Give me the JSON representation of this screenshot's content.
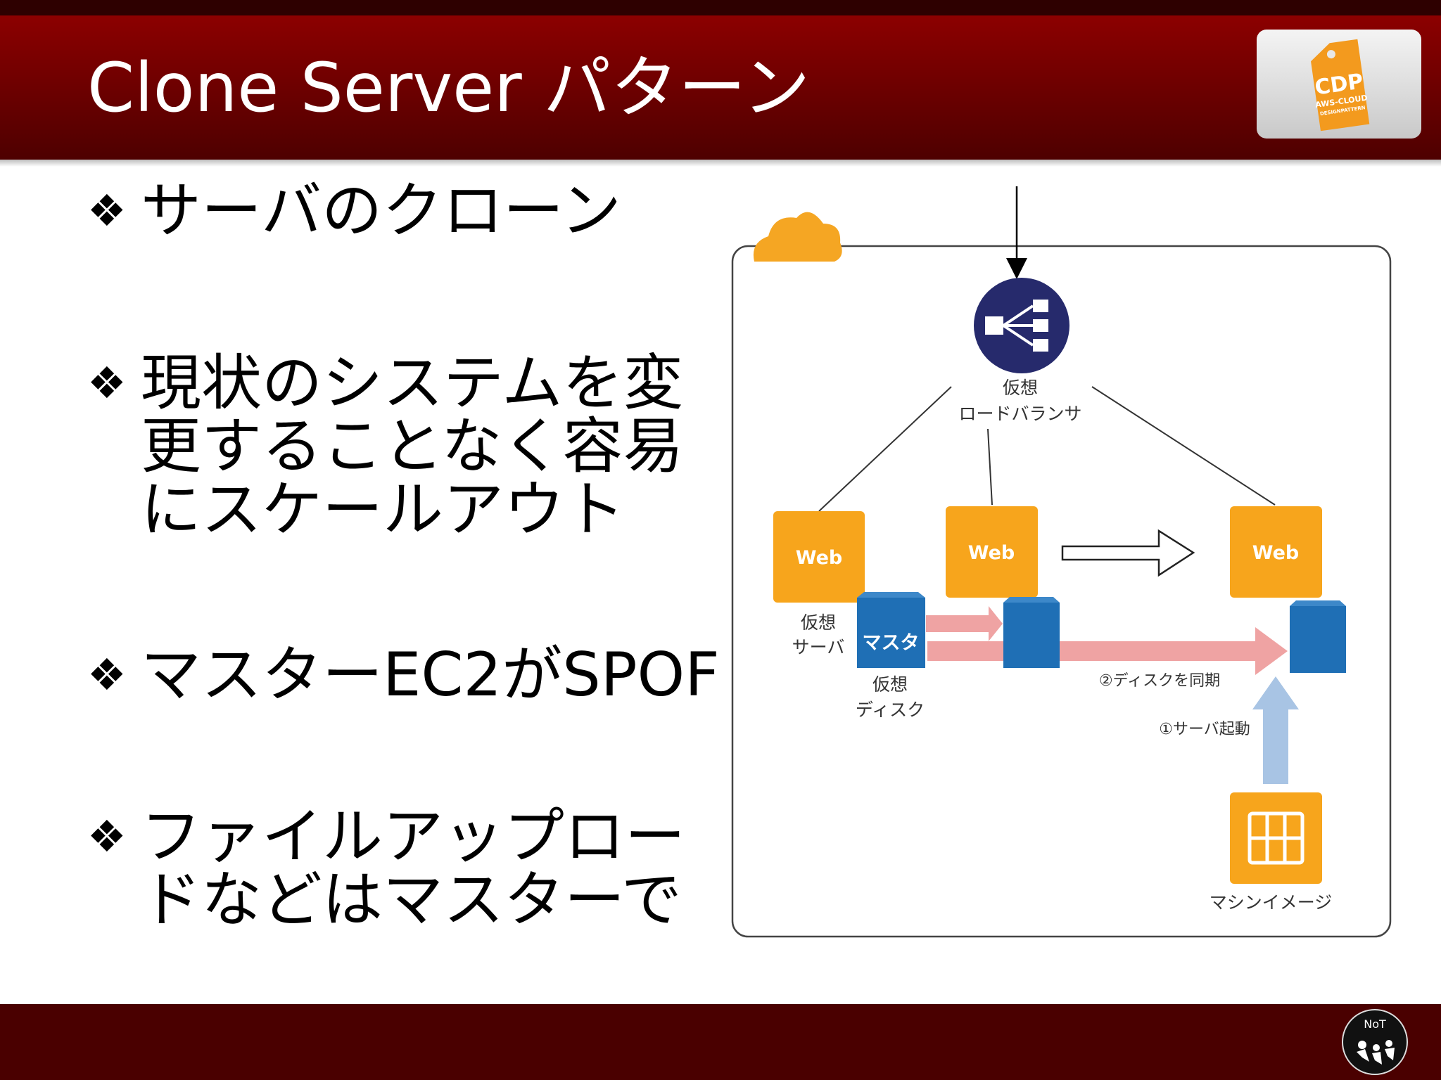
{
  "slide": {
    "title": "Clone Server パターン",
    "bullet_mark": "❖",
    "bullets": [
      {
        "lines": [
          "サーバのクローン"
        ]
      },
      {
        "lines": [
          "現状のシステムを変",
          "更することなく容易",
          "にスケールアウト"
        ]
      },
      {
        "lines": [
          "マスターEC2がSPOF"
        ]
      },
      {
        "lines": [
          "ファイルアップロー",
          "ドなどはマスターで"
        ]
      }
    ]
  },
  "logo": {
    "cdp": "CDP",
    "cdp_sub1": "AWS-CLOUD",
    "cdp_sub2": "DESIGNPATTERN",
    "not": "NoT"
  },
  "diagram": {
    "lb_label_1": "仮想",
    "lb_label_2": "ロードバランサ",
    "web_label": "Web",
    "virtual_server_1": "仮想",
    "virtual_server_2": "サーバ",
    "master_label": "マスタ",
    "virtual_disk_1": "仮想",
    "virtual_disk_2": "ディスク",
    "sync_label": "②ディスクを同期",
    "boot_label": "①サーバ起動",
    "machine_image_label": "マシンイメージ",
    "colors": {
      "web": "#f7a51c",
      "disk": "#1f6fb5",
      "lb": "#262a6c",
      "sync_arrow": "#efa3a3",
      "boot_arrow": "#a8c4e4",
      "cloud": "#f5a623"
    }
  }
}
